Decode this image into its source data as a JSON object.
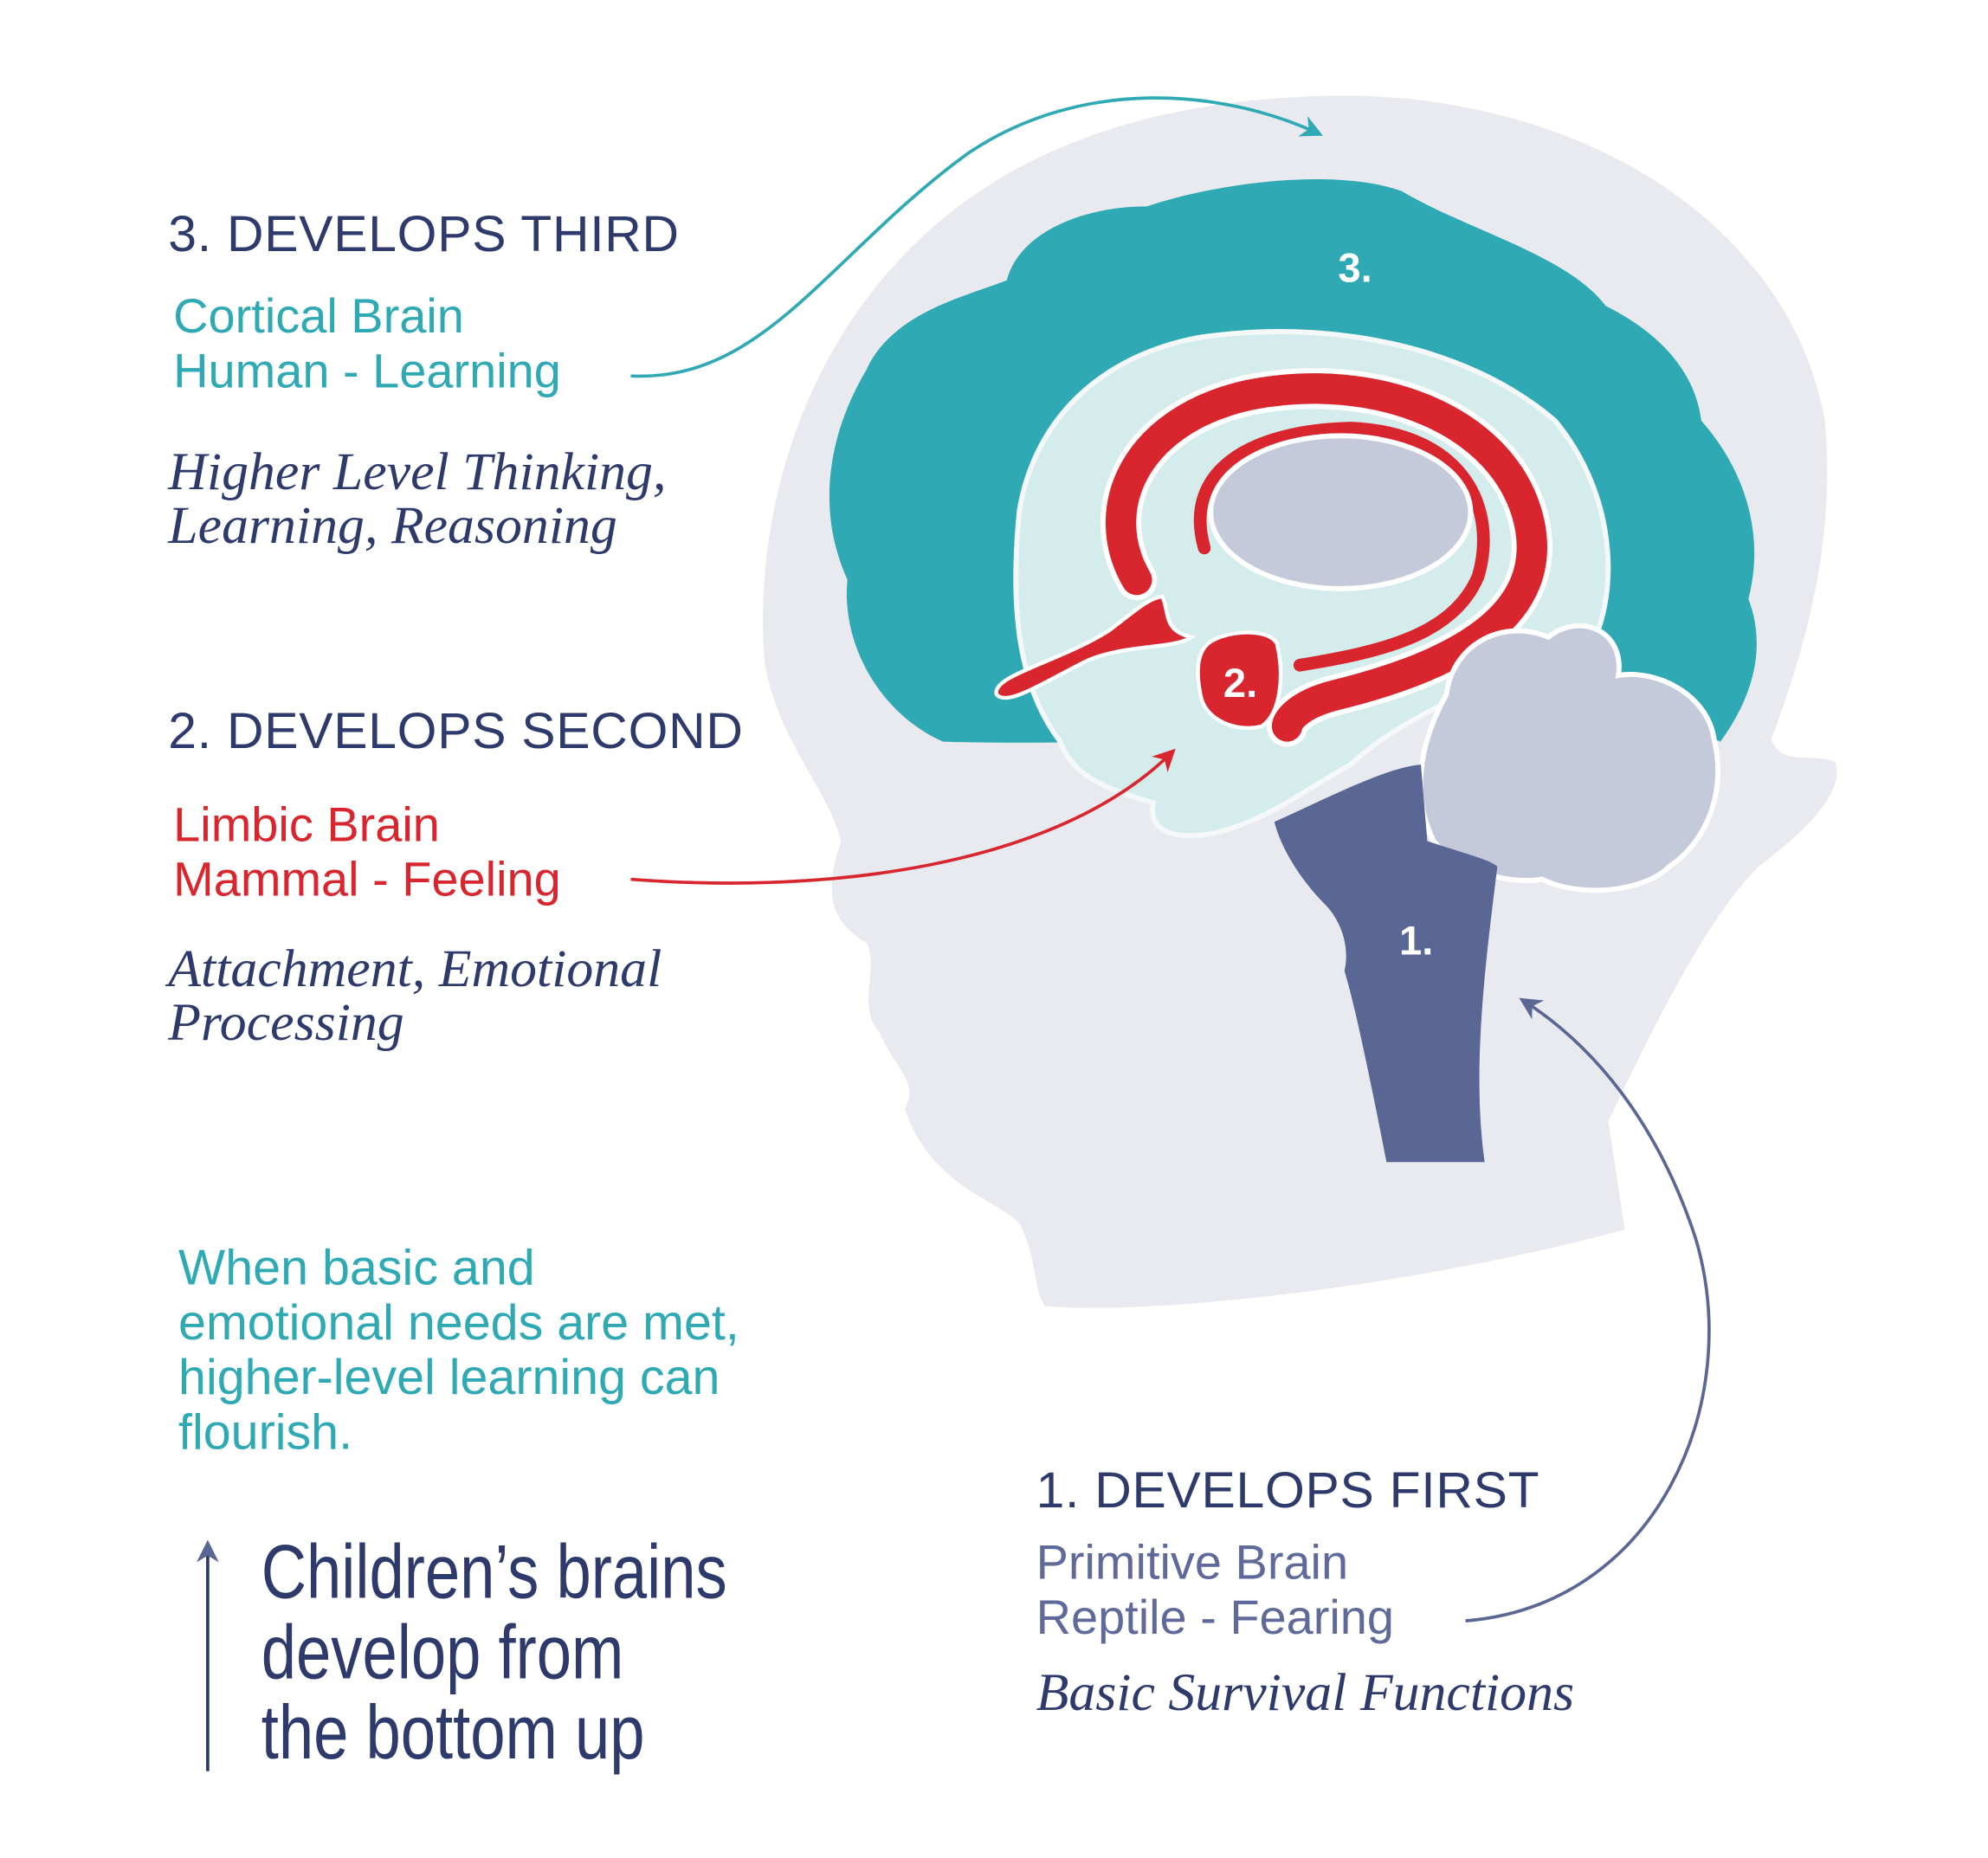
{
  "colors": {
    "navy": "#2d3a6b",
    "teal": "#2fa9b3",
    "red": "#d9262e",
    "slate": "#5f6a9a",
    "head": "#e9eaef",
    "brainstem": "#5a6694",
    "gray_matter": "#c5cada",
    "pale": "#d4eceb"
  },
  "stages": {
    "third": {
      "heading": "3. DEVELOPS THIRD",
      "line1": "Cortical Brain",
      "line2": "Human - Learning",
      "desc1": "Higher Level Thinking,",
      "desc2": "Learning, Reasoning",
      "marker": "3."
    },
    "second": {
      "heading": "2. DEVELOPS SECOND",
      "line1": "Limbic Brain",
      "line2": "Mammal - Feeling",
      "desc1": "Attachment, Emotional",
      "desc2": "Processing",
      "marker": "2."
    },
    "first": {
      "heading": "1. DEVELOPS FIRST",
      "line1": "Primitive Brain",
      "line2": "Reptile - Fearing",
      "desc1": "Basic Survival Functions",
      "marker": "1."
    }
  },
  "note": {
    "line1": "When basic and",
    "line2": "emotional needs are met,",
    "line3": "higher-level learning can",
    "line4": "flourish."
  },
  "tagline": {
    "line1": "Children’s brains",
    "line2": "develop from",
    "line3": "the bottom up",
    "icon": "arrow-up-icon"
  }
}
